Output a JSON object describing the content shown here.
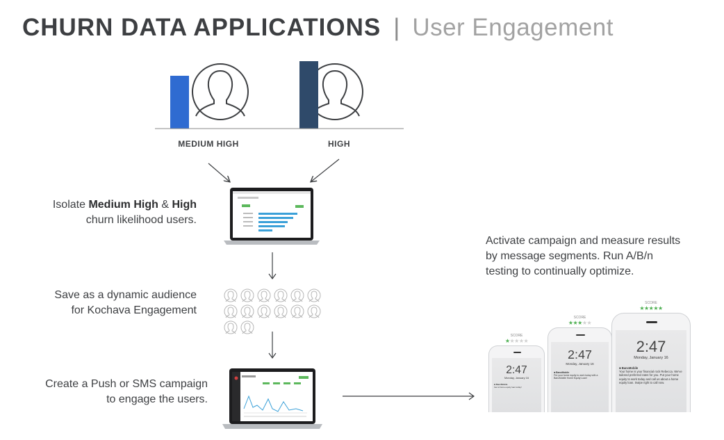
{
  "header": {
    "title": "CHURN DATA APPLICATIONS",
    "separator": "|",
    "subtitle": "User Engagement"
  },
  "segments": [
    {
      "label": "MEDIUM HIGH",
      "color": "#2f6bd1"
    },
    {
      "label": "HIGH",
      "color": "#2f4a6a"
    }
  ],
  "steps": {
    "isolate": {
      "prefix": "Isolate ",
      "bold1": "Medium High",
      "amp": " & ",
      "bold2": "High",
      "line2": "churn likelihood users."
    },
    "save": {
      "line1": "Save as a dynamic audience",
      "line2": "for Kochava Engagement"
    },
    "create": {
      "line1": "Create a Push or SMS campaign",
      "line2": "to engage the users."
    }
  },
  "activate": {
    "line1": "Activate campaign and measure results",
    "line2": "by message segments. Run A/B/n",
    "line3": "testing to continually optimize."
  },
  "phones": [
    {
      "score_label": "SCORE",
      "stars_filled": 1,
      "stars_total": 5,
      "time": "2:47",
      "date": "Monday, January 16",
      "app": "BancMobile",
      "message": "Get a home equity loan today!"
    },
    {
      "score_label": "SCORE",
      "stars_filled": 3,
      "stars_total": 5,
      "time": "2:47",
      "date": "Monday, January 16",
      "app": "BancMobile",
      "message": "Put your home equity to work today with a BancMobile Home Equity Loan!"
    },
    {
      "score_label": "SCORE",
      "stars_filled": 5,
      "stars_total": 5,
      "time": "2:47",
      "date": "Monday, January 16",
      "app": "BancMobile",
      "message": "Your home is your financial rock Rebecca. We've tailored preferred rates for you. Put your home equity to work today and call us about a home equity loan. Swipe right to call now."
    }
  ],
  "colors": {
    "accent_green": "#5cb85c",
    "star_green": "#4caf50",
    "bar_blue": "#3aa0d8"
  }
}
